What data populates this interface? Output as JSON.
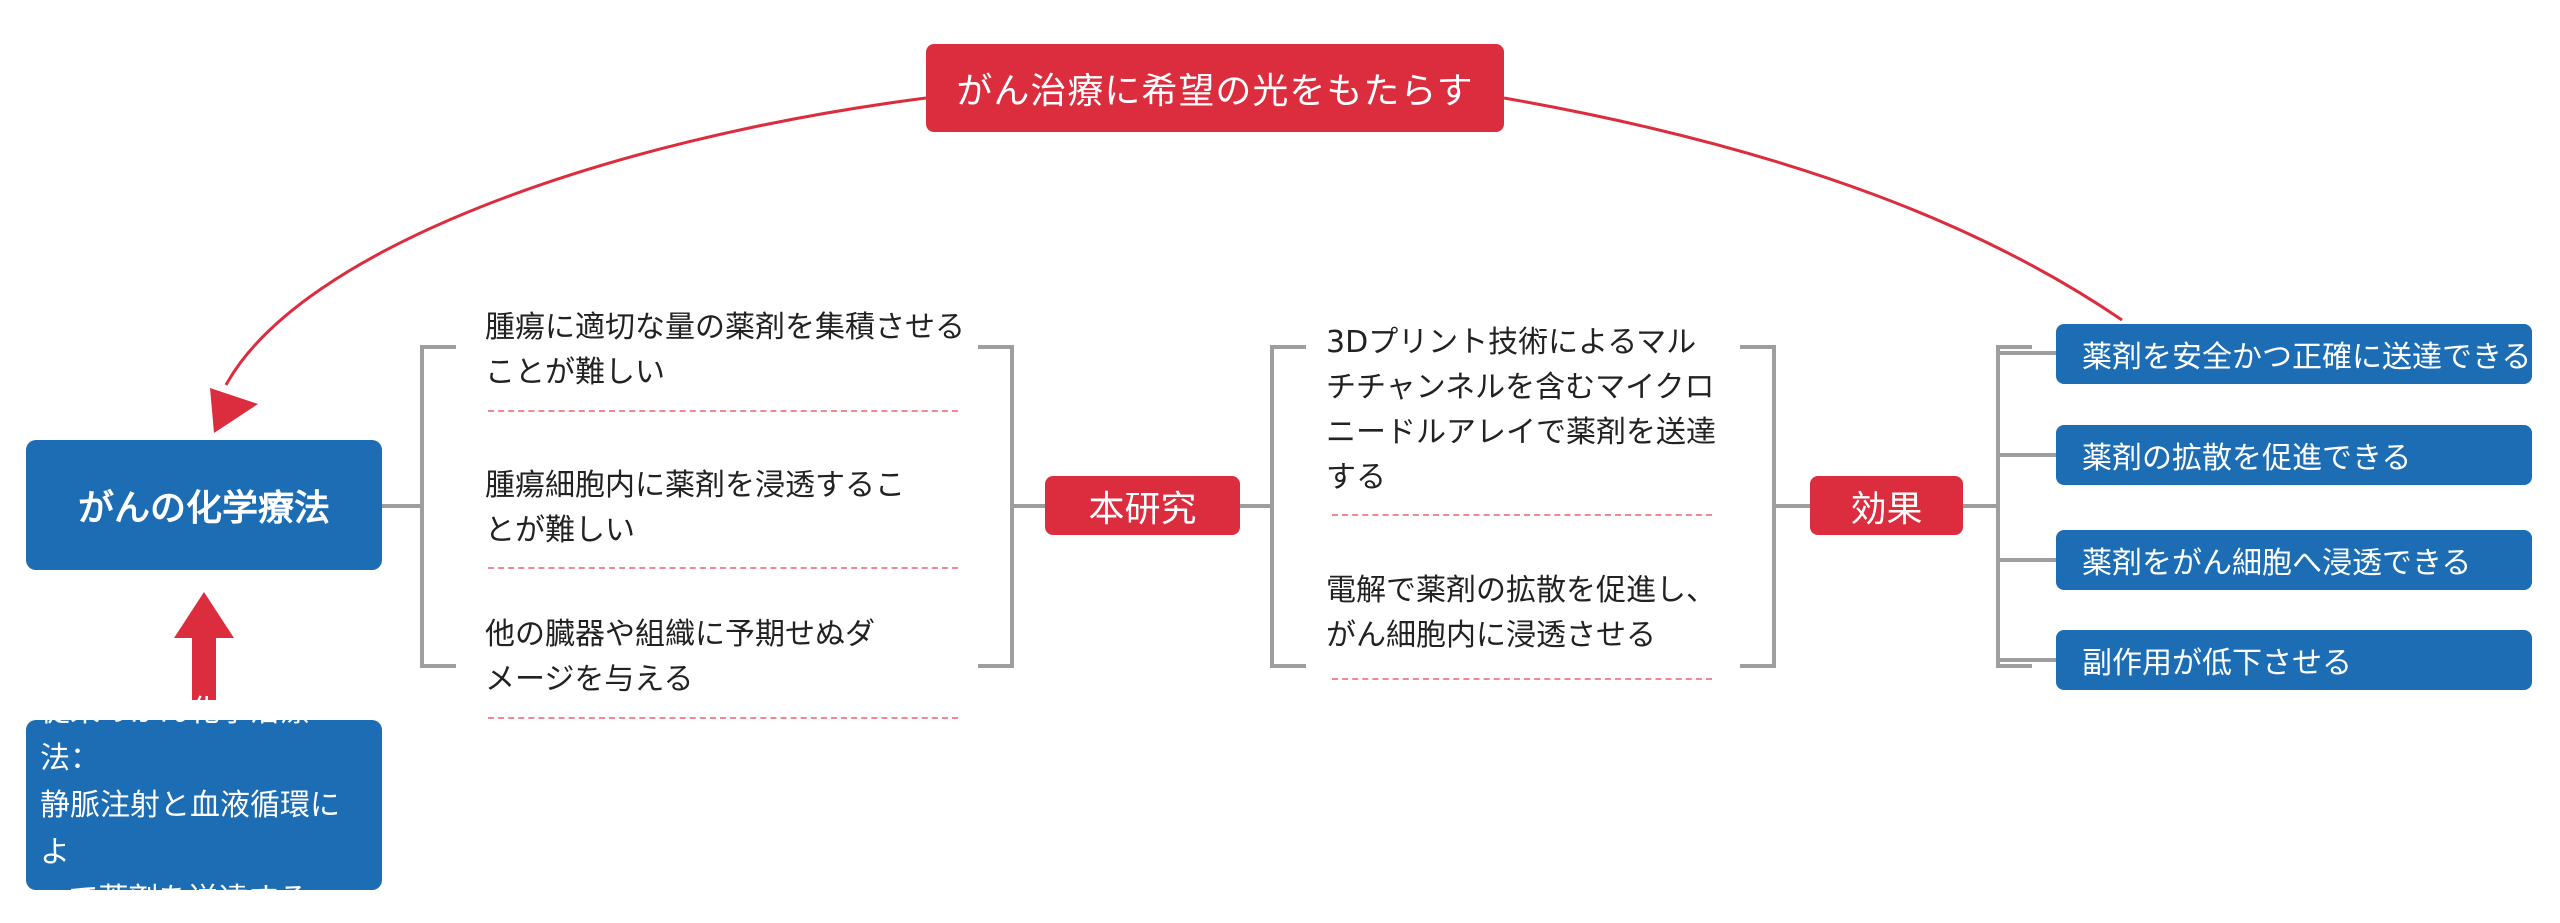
{
  "goal": "がん治療に希望の光をもたらす",
  "chemo": "がんの化学療法",
  "conventional": {
    "lines": [
      "従来のがん化学治療法：",
      "静脈注射と血液循環によ",
      "って薬剤を送達する"
    ]
  },
  "problems": [
    {
      "lines": [
        "腫瘍に適切な量の薬剤を集積させる",
        "ことが難しい"
      ]
    },
    {
      "lines": [
        "腫瘍細胞内に薬剤を浸透するこ",
        "とが難しい"
      ]
    },
    {
      "lines": [
        "他の臓器や組織に予期せぬダ",
        "メージを与える"
      ]
    }
  ],
  "research": {
    "label": "本研究",
    "items": [
      {
        "lines": [
          "3Dプリント技術によるマル",
          "チチャンネルを含むマイクロ",
          "ニードルアレイで薬剤を送達",
          "する"
        ]
      },
      {
        "lines": [
          "電解で薬剤の拡散を促進し、",
          "がん細胞内に浸透させる"
        ]
      }
    ]
  },
  "effect": {
    "label": "効果",
    "items": [
      "薬剤を安全かつ正確に送達できる",
      "薬剤の拡散を促進できる",
      "薬剤をがん細胞へ浸透できる",
      "副作用が低下させる"
    ]
  },
  "colors": {
    "red": "#dc2d3e",
    "blue": "#1c6db4",
    "bracket": "#9e9e9e",
    "dash": "#ef8893"
  }
}
